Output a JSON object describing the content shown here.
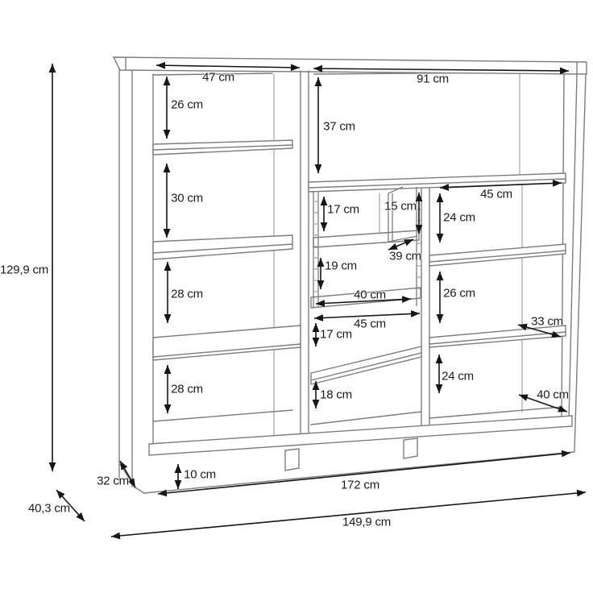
{
  "diagram": {
    "type": "furniture dimension drawing — 3-column sideboard / shelf unit, perspective line art",
    "unit": "cm",
    "furniture_line_color": "#7d7d7d",
    "dimension_color": "#161616",
    "background_color": "#ffffff",
    "labels": {
      "height_total": "129,9 cm",
      "depth_total": "40,3 cm",
      "top_width_left": "47 cm",
      "top_width_right": "91 cm",
      "left_comp_1": "26 cm",
      "left_comp_2": "30 cm",
      "left_comp_3": "28 cm",
      "left_comp_4": "28 cm",
      "mid_top": "37 cm",
      "mid_cubby_left": "17 cm",
      "mid_cubby_right": "15 cm",
      "mid_cubby_lower": "19 cm",
      "mid_shelf_depth": "39 cm",
      "mid_inner_width": "40 cm",
      "mid_width": "45 cm",
      "mid_lower_1": "17 cm",
      "mid_lower_2": "18 cm",
      "right_width": "45 cm",
      "right_comp_1": "24 cm",
      "right_comp_2": "26 cm",
      "right_shelf_depth_upper": "33 cm",
      "right_comp_3": "24 cm",
      "right_shelf_depth_lower": "40 cm",
      "plinth_height": "10 cm",
      "plinth_depth": "32 cm",
      "base_width": "172 cm",
      "front_width": "149,9 cm"
    }
  }
}
